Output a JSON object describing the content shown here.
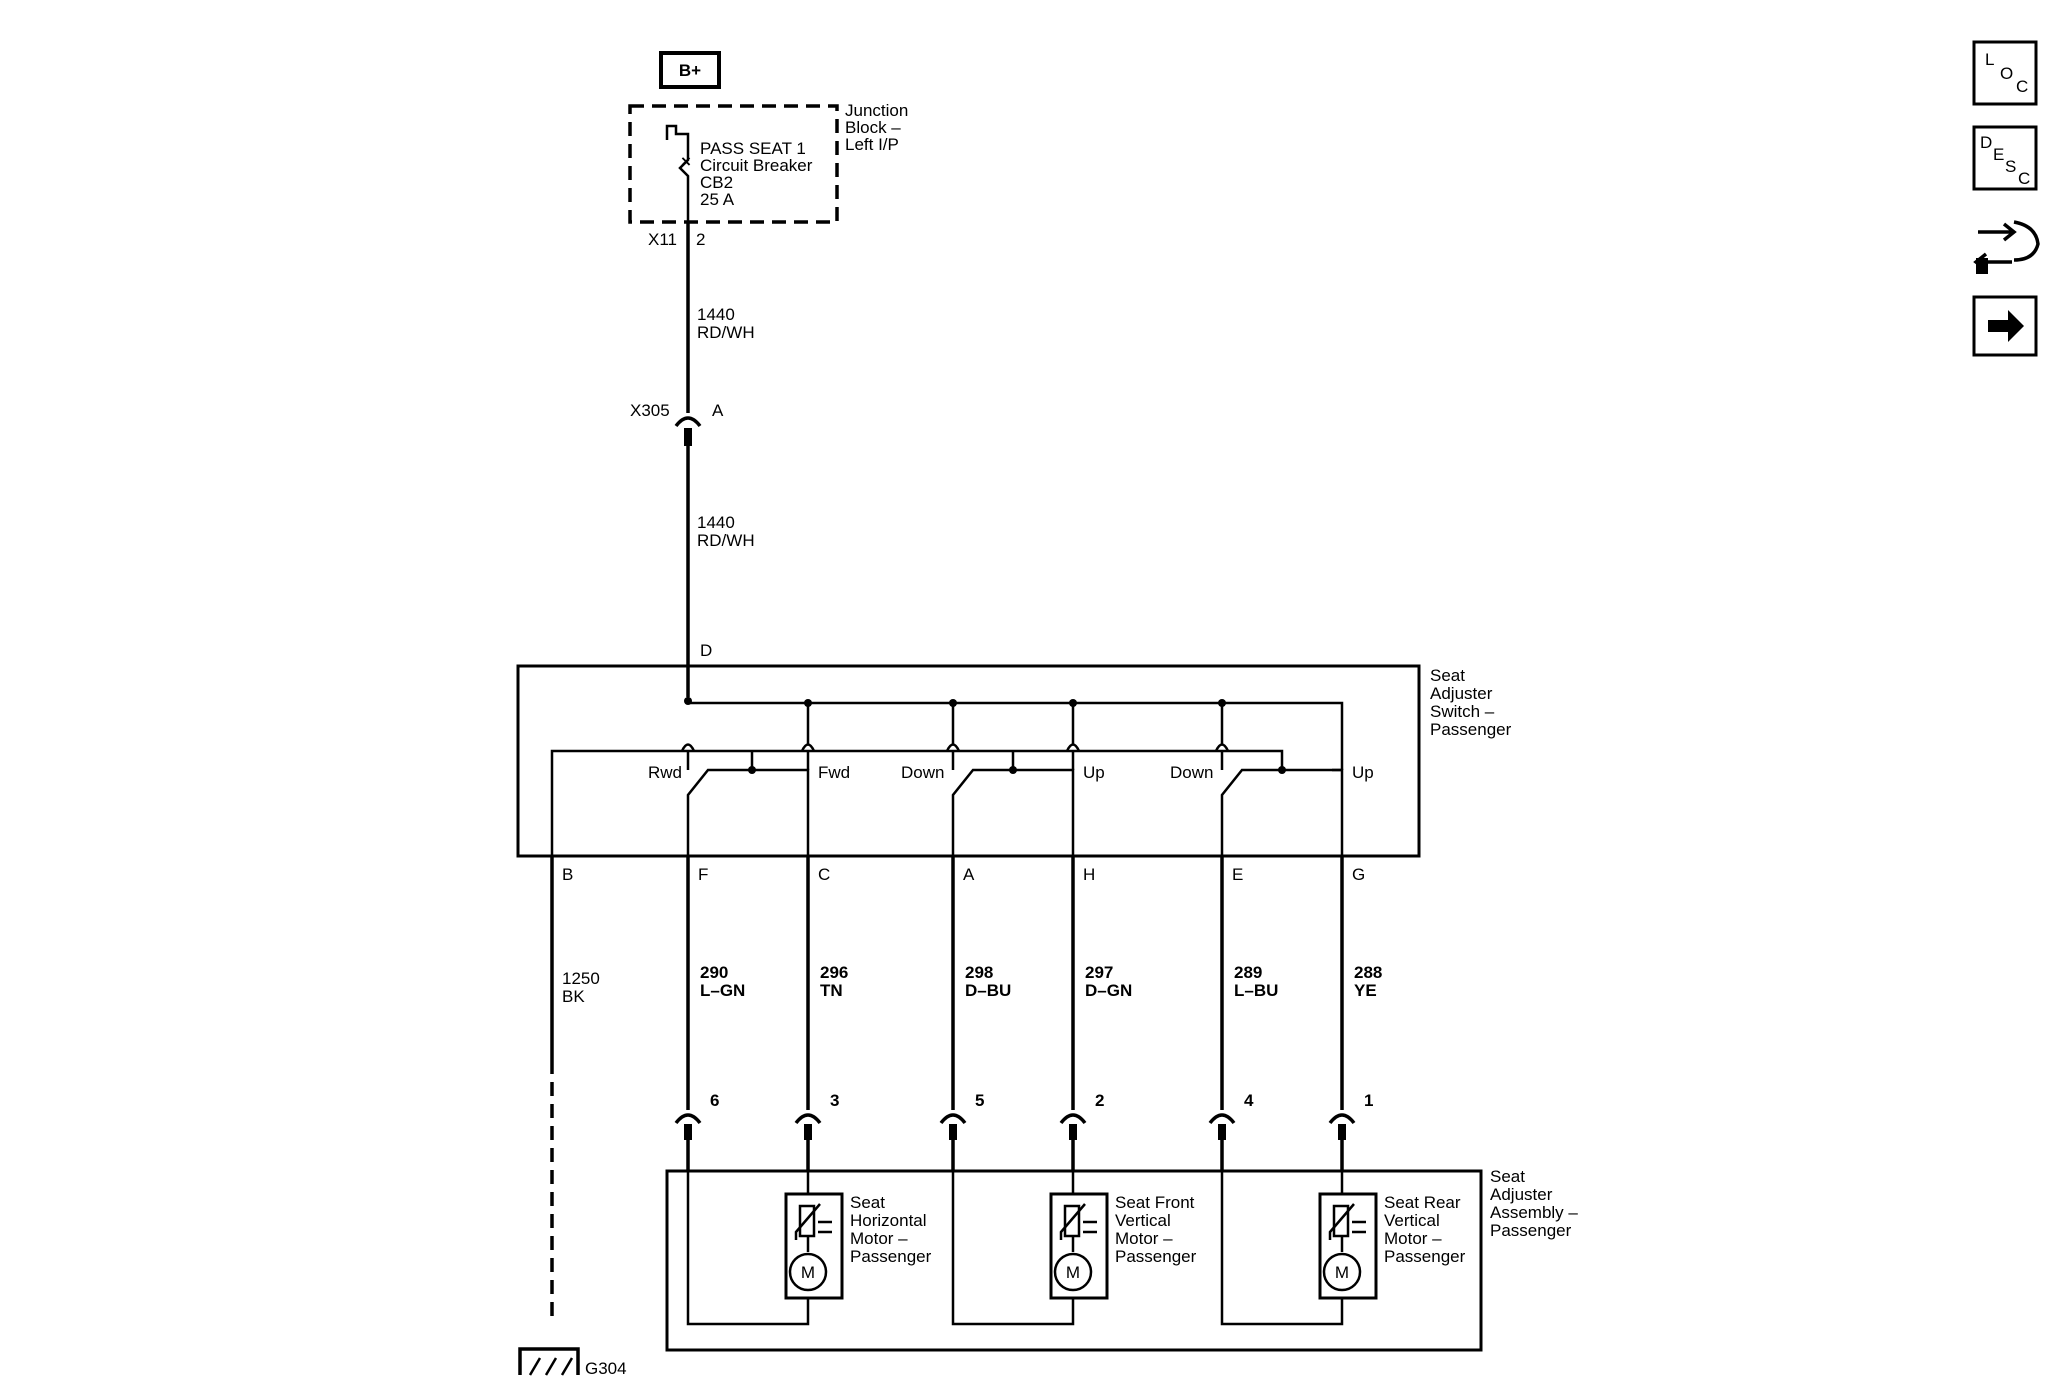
{
  "power": {
    "label": "B+"
  },
  "junction_block": {
    "name_lines": [
      "Junction",
      "Block –",
      "Left I/P"
    ],
    "breaker_lines": [
      "PASS SEAT 1",
      "Circuit Breaker",
      "CB2",
      "25 A"
    ],
    "connector": "X11",
    "pin": "2"
  },
  "wire_top": {
    "circuit": "1440",
    "color": "RD/WH"
  },
  "inline_connector": {
    "name": "X305",
    "pin": "A"
  },
  "wire_mid": {
    "circuit": "1440",
    "color": "RD/WH"
  },
  "switch": {
    "input_pin": "D",
    "name_lines": [
      "Seat",
      "Adjuster",
      "Switch –",
      "Passenger"
    ],
    "contacts": [
      "Rwd",
      "Fwd",
      "Down",
      "Up",
      "Down",
      "Up"
    ]
  },
  "ground_wire": {
    "pin": "B",
    "circuit": "1250",
    "color": "BK",
    "ground": "G304"
  },
  "output_wires": [
    {
      "switch_pin": "F",
      "circuit": "290",
      "color": "L–GN",
      "assembly_pin": "6"
    },
    {
      "switch_pin": "C",
      "circuit": "296",
      "color": "TN",
      "assembly_pin": "3"
    },
    {
      "switch_pin": "A",
      "circuit": "298",
      "color": "D–BU",
      "assembly_pin": "5"
    },
    {
      "switch_pin": "H",
      "circuit": "297",
      "color": "D–GN",
      "assembly_pin": "2"
    },
    {
      "switch_pin": "E",
      "circuit": "289",
      "color": "L–BU",
      "assembly_pin": "4"
    },
    {
      "switch_pin": "G",
      "circuit": "288",
      "color": "YE",
      "assembly_pin": "1"
    }
  ],
  "assembly": {
    "name_lines": [
      "Seat",
      "Adjuster",
      "Assembly –",
      "Passenger"
    ],
    "motors": [
      {
        "name_lines": [
          "Seat",
          "Horizontal",
          "Motor –",
          "Passenger"
        ],
        "symbol": "M"
      },
      {
        "name_lines": [
          "Seat Front",
          "Vertical",
          "Motor –",
          "Passenger"
        ],
        "symbol": "M"
      },
      {
        "name_lines": [
          "Seat Rear",
          "Vertical",
          "Motor –",
          "Passenger"
        ],
        "symbol": "M"
      }
    ]
  },
  "toolbar": {
    "loc": [
      "L",
      "O",
      "C"
    ],
    "desc": [
      "D",
      "E",
      "S",
      "C"
    ],
    "icons": [
      "loc-icon",
      "desc-icon",
      "connector-tool-icon",
      "next-arrow-icon"
    ]
  }
}
